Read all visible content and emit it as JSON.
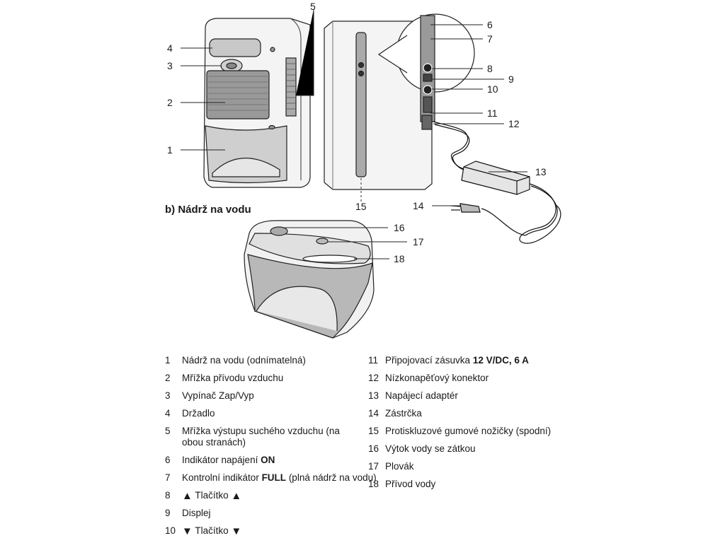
{
  "callouts": [
    "1",
    "2",
    "3",
    "4",
    "5",
    "6",
    "7",
    "8",
    "9",
    "10",
    "11",
    "12",
    "13",
    "14",
    "15",
    "16",
    "17",
    "18"
  ],
  "section_b_title": "b) Nádrž na vodu",
  "legend_left": [
    {
      "num": "1",
      "text": "Nádrž na vodu (odnímatelná)"
    },
    {
      "num": "2",
      "text": "Mřížka přívodu vzduchu"
    },
    {
      "num": "3",
      "text": "Vypínač Zap/Vyp"
    },
    {
      "num": "4",
      "text": "Držadlo"
    },
    {
      "num": "5",
      "text": "Mřížka výstupu suchého vzduchu (na obou stranách)"
    },
    {
      "num": "6",
      "text_before": "Indikátor napájení ",
      "text_bold": "ON"
    },
    {
      "num": "7",
      "text_before": "Kontrolní indikátor ",
      "text_bold": "FULL",
      "text_after": " (plná nádrž na vodu)"
    },
    {
      "num": "8",
      "arrow": "▲",
      "text": "Tlačítko"
    },
    {
      "num": "9",
      "text": "Displej"
    },
    {
      "num": "10",
      "arrow": "▼",
      "text": "Tlačítko"
    }
  ],
  "legend_right": [
    {
      "num": "11",
      "text_before": "Připojovací zásuvka ",
      "text_bold": "12 V/DC, 6 A"
    },
    {
      "num": "12",
      "text": "Nízkonapěťový konektor"
    },
    {
      "num": "13",
      "text": "Napájecí adaptér"
    },
    {
      "num": "14",
      "text": "Zástrčka"
    },
    {
      "num": "15",
      "text": "Protiskluzové gumové nožičky (spodní)"
    },
    {
      "num": "16",
      "text": "Výtok vody se zátkou"
    },
    {
      "num": "17",
      "text": "Plovák"
    },
    {
      "num": "18",
      "text": "Přívod vody"
    }
  ]
}
